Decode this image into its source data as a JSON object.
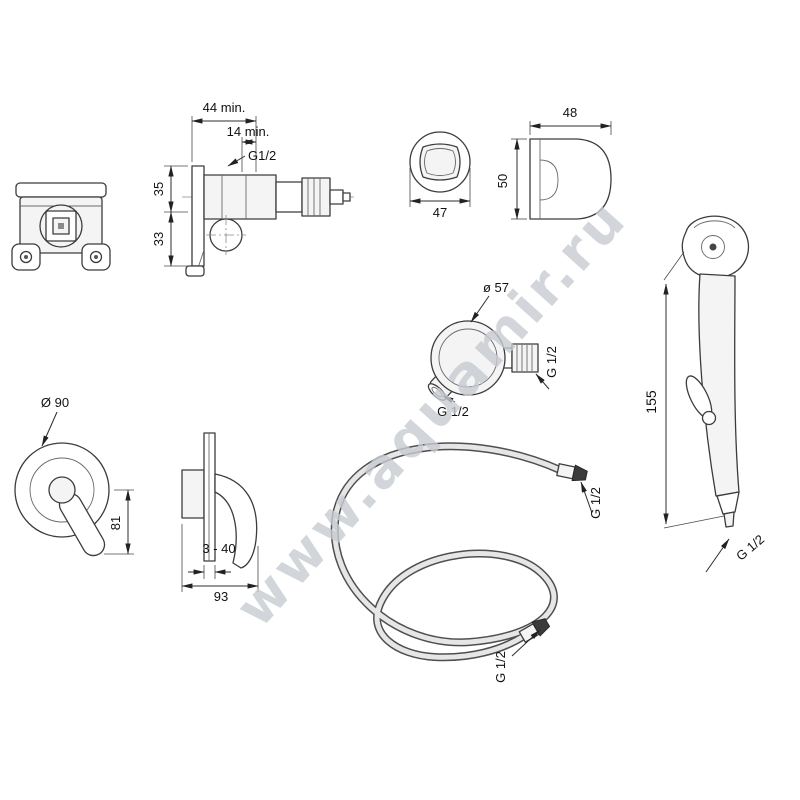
{
  "watermark": {
    "text": "www.aquamir.ru"
  },
  "valve_side": {
    "dim_depth_min": "44 min.",
    "dim_inner_min": "14 min.",
    "thread": "G1/2",
    "dim_upper": "35",
    "dim_lower": "33"
  },
  "holder_front": {
    "dim_width": "47"
  },
  "holder_side": {
    "dim_depth": "48",
    "dim_height": "50"
  },
  "elbow": {
    "dim_flange_diameter": "ø 57",
    "thread_side": "G 1/2",
    "thread_outlet": "G 1/2"
  },
  "escutcheon": {
    "dim_diameter": "Ø 90",
    "dim_handle_length": "81"
  },
  "trim_side": {
    "dim_wall_thickness_range": "3 - 40",
    "dim_width": "93"
  },
  "hose": {
    "thread_end_top": "G 1/2",
    "thread_end_bottom": "G 1/2"
  },
  "hand_shower": {
    "dim_length": "155",
    "thread": "G 1/2"
  }
}
